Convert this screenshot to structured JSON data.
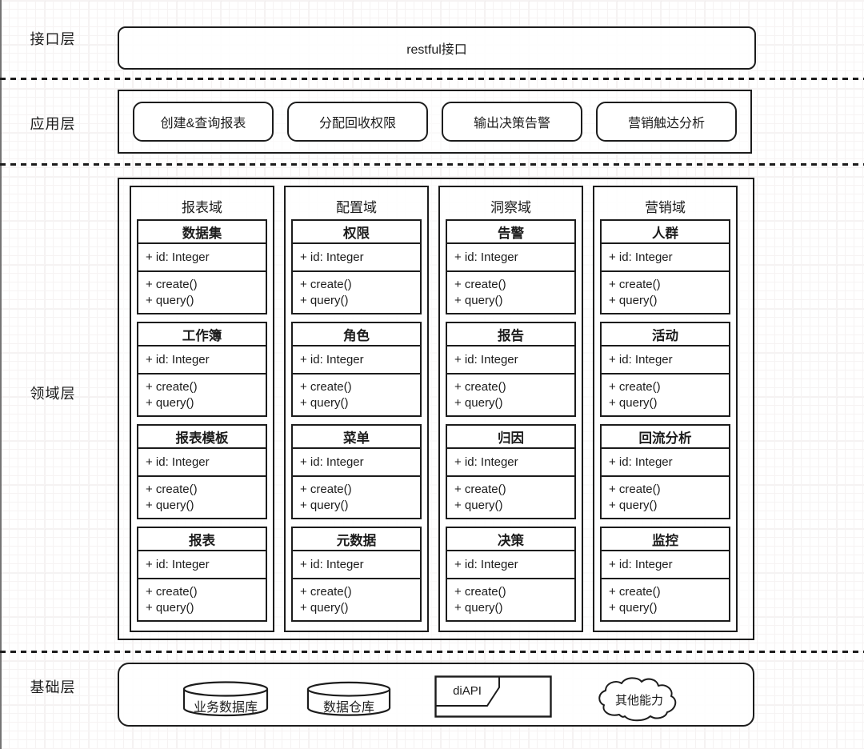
{
  "colors": {
    "stroke": "#1c1c1c",
    "background": "#ffffff",
    "grid_major": "#e9e6e6",
    "grid_minor": "#f6f3f3"
  },
  "layers": {
    "interface": {
      "label": "接口层",
      "box_label": "restful接口"
    },
    "application": {
      "label": "应用层",
      "modules": [
        {
          "label": "创建&查询报表"
        },
        {
          "label": "分配回收权限"
        },
        {
          "label": "输出决策告警"
        },
        {
          "label": "营销触达分析"
        }
      ]
    },
    "domain": {
      "label": "领域层",
      "domains": [
        {
          "name": "报表域",
          "entities": [
            {
              "title": "数据集",
              "attr": "+ id: Integer",
              "methods": [
                "+ create()",
                "+ query()"
              ]
            },
            {
              "title": "工作簿",
              "attr": "+ id: Integer",
              "methods": [
                "+ create()",
                "+ query()"
              ]
            },
            {
              "title": "报表模板",
              "attr": "+ id: Integer",
              "methods": [
                "+ create()",
                "+ query()"
              ]
            },
            {
              "title": "报表",
              "attr": "+ id: Integer",
              "methods": [
                "+ create()",
                "+ query()"
              ]
            }
          ]
        },
        {
          "name": "配置域",
          "entities": [
            {
              "title": "权限",
              "attr": "+ id: Integer",
              "methods": [
                "+ create()",
                "+ query()"
              ]
            },
            {
              "title": "角色",
              "attr": "+ id: Integer",
              "methods": [
                "+ create()",
                "+ query()"
              ]
            },
            {
              "title": "菜单",
              "attr": "+ id: Integer",
              "methods": [
                "+ create()",
                "+ query()"
              ]
            },
            {
              "title": "元数据",
              "attr": "+ id: Integer",
              "methods": [
                "+ create()",
                "+ query()"
              ]
            }
          ]
        },
        {
          "name": "洞察域",
          "entities": [
            {
              "title": "告警",
              "attr": "+ id: Integer",
              "methods": [
                "+ create()",
                "+ query()"
              ]
            },
            {
              "title": "报告",
              "attr": "+ id: Integer",
              "methods": [
                "+ create()",
                "+ query()"
              ]
            },
            {
              "title": "归因",
              "attr": "+ id: Integer",
              "methods": [
                "+ create()",
                "+ query()"
              ]
            },
            {
              "title": "决策",
              "attr": "+ id: Integer",
              "methods": [
                "+ create()",
                "+ query()"
              ]
            }
          ]
        },
        {
          "name": "营销域",
          "entities": [
            {
              "title": "人群",
              "attr": "+ id: Integer",
              "methods": [
                "+ create()",
                "+ query()"
              ]
            },
            {
              "title": "活动",
              "attr": "+ id: Integer",
              "methods": [
                "+ create()",
                "+ query()"
              ]
            },
            {
              "title": "回流分析",
              "attr": "+ id: Integer",
              "methods": [
                "+ create()",
                "+ query()"
              ]
            },
            {
              "title": "监控",
              "attr": "+ id: Integer",
              "methods": [
                "+ create()",
                "+ query()"
              ]
            }
          ]
        }
      ]
    },
    "foundation": {
      "label": "基础层",
      "items": [
        {
          "label": "业务数据库",
          "icon": "database-cylinder-icon"
        },
        {
          "label": "数据仓库",
          "icon": "database-cylinder-icon"
        },
        {
          "label": "diAPI",
          "icon": "api-card-icon"
        },
        {
          "label": "其他能力",
          "icon": "cloud-icon"
        }
      ]
    }
  }
}
